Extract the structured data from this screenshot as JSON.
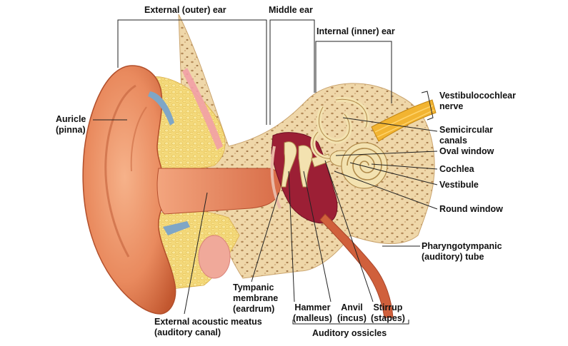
{
  "diagram": {
    "regions": {
      "external_ear": "External (outer) ear",
      "middle_ear": "Middle ear",
      "internal_ear": "Internal (inner) ear"
    },
    "labels": {
      "auricle_line1": "Auricle",
      "auricle_line2": "(pinna)",
      "vestibulocochlear_line1": "Vestibulocochlear",
      "vestibulocochlear_line2": "nerve",
      "semicircular_line1": "Semicircular",
      "semicircular_line2": "canals",
      "oval_window": "Oval window",
      "cochlea": "Cochlea",
      "vestibule": "Vestibule",
      "round_window": "Round window",
      "pharyngotympanic_line1": "Pharyngotympanic",
      "pharyngotympanic_line2": "(auditory) tube",
      "tympanic_line1": "Tympanic",
      "tympanic_line2": "membrane",
      "tympanic_line3": "(eardrum)",
      "hammer_line1": "Hammer",
      "hammer_line2": "(malleus)",
      "anvil_line1": "Anvil",
      "anvil_line2": "(incus)",
      "stirrup_line1": "Stirrup",
      "stirrup_line2": "(stapes)",
      "ossicles_group": "Auditory ossicles",
      "meatus_line1": "External acoustic meatus",
      "meatus_line2": "(auditory canal)"
    },
    "colors": {
      "skin": "#e98a5e",
      "skin_dark": "#c8603a",
      "cartilage": "#f4d97a",
      "bone": "#efd7a9",
      "bone_pore": "#b58b5a",
      "canal": "#e58a62",
      "middle_cavity": "#9c1f35",
      "cochlea": "#f3e2b0",
      "nerve": "#f2b431",
      "leader": "#222222",
      "blue_tissue": "#7fa6c6"
    }
  }
}
